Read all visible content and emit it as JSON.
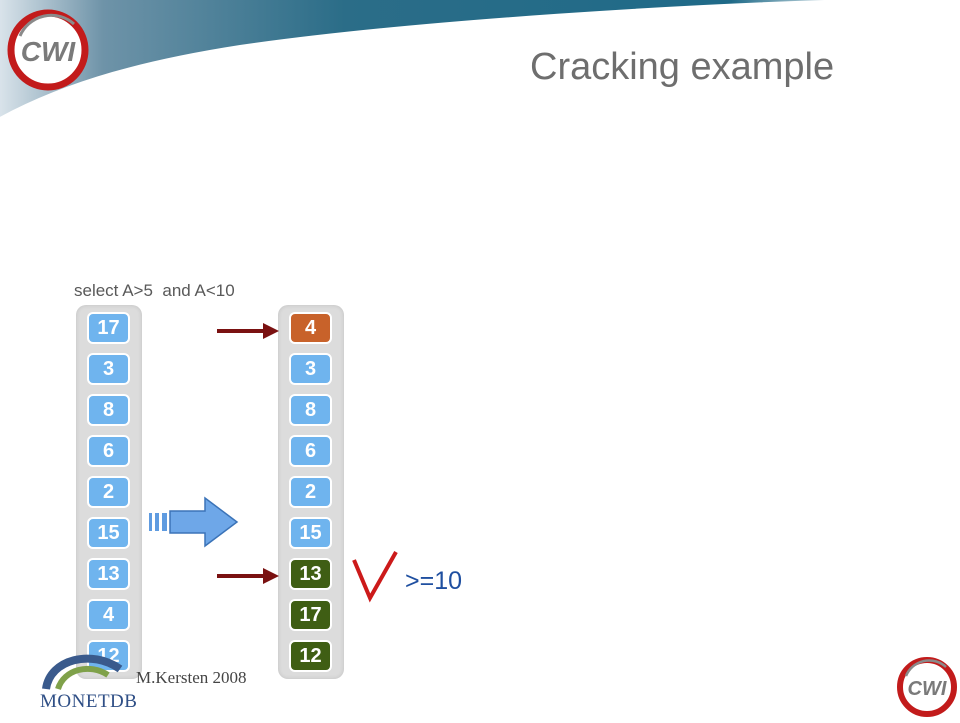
{
  "slide": {
    "title": "Cracking example",
    "query": "select A>5  and A<10",
    "footer": "M.Kersten 2008",
    "range_label": ">=10"
  },
  "logos": {
    "cwi_text": "CWI",
    "monetdb_text": "MONETDB"
  },
  "colors": {
    "cell_blue": "#6fb4ee",
    "cell_orange": "#c8622a",
    "cell_green": "#3f5e14",
    "arrow_red": "#7a1111",
    "arrow_blue": "#5f9be0",
    "check_red": "#cc1a1a"
  },
  "columns": {
    "original": [
      {
        "value": "17",
        "state": "blue"
      },
      {
        "value": "3",
        "state": "blue"
      },
      {
        "value": "8",
        "state": "blue"
      },
      {
        "value": "6",
        "state": "blue"
      },
      {
        "value": "2",
        "state": "blue"
      },
      {
        "value": "15",
        "state": "blue"
      },
      {
        "value": "13",
        "state": "blue"
      },
      {
        "value": "4",
        "state": "blue"
      },
      {
        "value": "12",
        "state": "blue"
      }
    ],
    "cracked": [
      {
        "value": "4",
        "state": "orange"
      },
      {
        "value": "3",
        "state": "blue"
      },
      {
        "value": "8",
        "state": "blue"
      },
      {
        "value": "6",
        "state": "blue"
      },
      {
        "value": "2",
        "state": "blue"
      },
      {
        "value": "15",
        "state": "blue"
      },
      {
        "value": "13",
        "state": "green"
      },
      {
        "value": "17",
        "state": "green"
      },
      {
        "value": "12",
        "state": "green"
      }
    ]
  }
}
